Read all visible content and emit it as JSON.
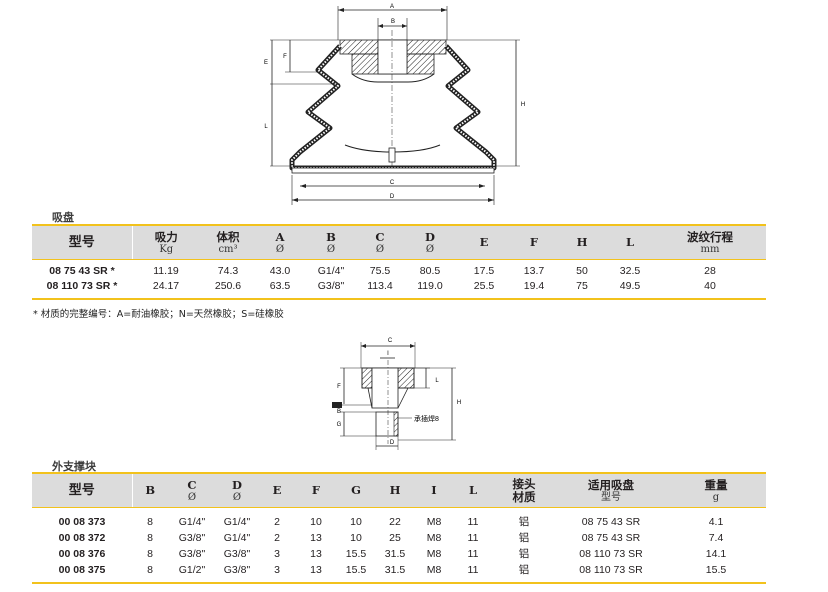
{
  "drawing1": {
    "dims": {
      "A": "A",
      "B": "B",
      "C": "C",
      "D": "D",
      "E": "E",
      "F": "F",
      "H": "H",
      "L": "L"
    }
  },
  "section1": {
    "title": "吸盘",
    "headers": [
      {
        "main": "型号",
        "sub": ""
      },
      {
        "main": "吸力",
        "sub": "Kg"
      },
      {
        "main": "体积",
        "sub": "cm³"
      },
      {
        "main": "A",
        "sub": "Ø"
      },
      {
        "main": "B",
        "sub": "Ø"
      },
      {
        "main": "C",
        "sub": "Ø"
      },
      {
        "main": "D",
        "sub": "Ø"
      },
      {
        "main": "E",
        "sub": ""
      },
      {
        "main": "F",
        "sub": ""
      },
      {
        "main": "H",
        "sub": ""
      },
      {
        "main": "L",
        "sub": ""
      },
      {
        "main": "波纹行程",
        "sub": "mm"
      }
    ],
    "rows": [
      [
        "08 75 43 SR *",
        "11.19",
        "74.3",
        "43.0",
        "G1/4\"",
        "75.5",
        "80.5",
        "17.5",
        "13.7",
        "50",
        "32.5",
        "28"
      ],
      [
        "08 110 73 SR *",
        "24.17",
        "250.6",
        "63.5",
        "G3/8\"",
        "113.4",
        "119.0",
        "25.5",
        "19.4",
        "75",
        "49.5",
        "40"
      ]
    ],
    "note": "* 材质的完整编号：A=耐油橡胶；N=天然橡胶；S=硅橡胶"
  },
  "drawing2": {
    "dims": {
      "C": "C",
      "I": "I",
      "L": "L",
      "F": "F",
      "B": "B",
      "H": "H",
      "G": "G",
      "D": "D"
    },
    "callout": "承插焊8"
  },
  "section2": {
    "title": "外支撑块",
    "headers": [
      {
        "main": "型号",
        "sub": ""
      },
      {
        "main": "B",
        "sub": ""
      },
      {
        "main": "C",
        "sub": "Ø"
      },
      {
        "main": "D",
        "sub": "Ø"
      },
      {
        "main": "E",
        "sub": ""
      },
      {
        "main": "F",
        "sub": ""
      },
      {
        "main": "G",
        "sub": ""
      },
      {
        "main": "H",
        "sub": ""
      },
      {
        "main": "I",
        "sub": ""
      },
      {
        "main": "L",
        "sub": ""
      },
      {
        "main": "接头",
        "sub": "材质"
      },
      {
        "main": "适用吸盘",
        "sub": "型号"
      },
      {
        "main": "重量",
        "sub": "g"
      }
    ],
    "rows": [
      [
        "00 08 373",
        "8",
        "G1/4\"",
        "G1/4\"",
        "2",
        "10",
        "10",
        "22",
        "M8",
        "11",
        "铝",
        "08 75 43 SR",
        "4.1"
      ],
      [
        "00 08 372",
        "8",
        "G3/8\"",
        "G1/4\"",
        "2",
        "13",
        "10",
        "25",
        "M8",
        "11",
        "铝",
        "08 75 43 SR",
        "7.4"
      ],
      [
        "00 08 376",
        "8",
        "G3/8\"",
        "G3/8\"",
        "3",
        "13",
        "15.5",
        "31.5",
        "M8",
        "11",
        "铝",
        "08 110 73 SR",
        "14.1"
      ],
      [
        "00 08 375",
        "8",
        "G1/2\"",
        "G3/8\"",
        "3",
        "13",
        "15.5",
        "31.5",
        "M8",
        "11",
        "铝",
        "08 110 73 SR",
        "15.5"
      ]
    ]
  }
}
